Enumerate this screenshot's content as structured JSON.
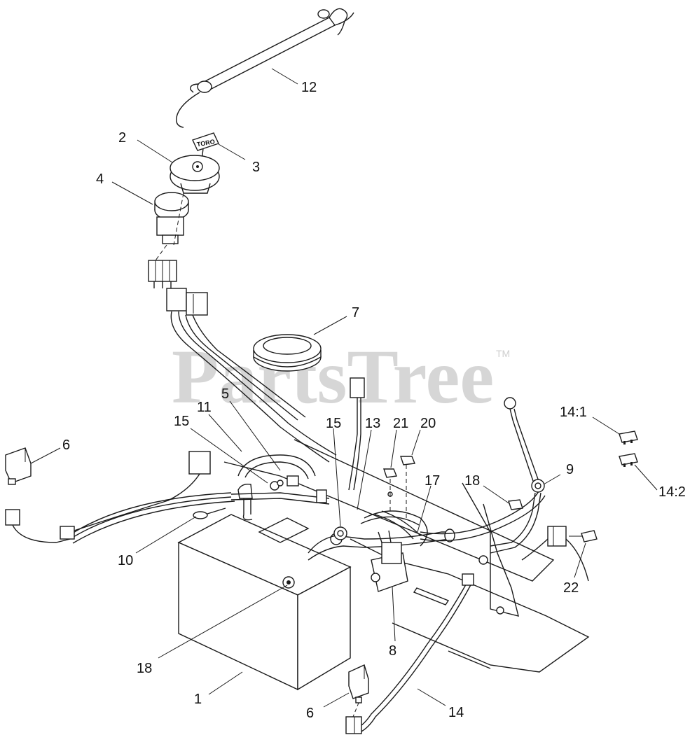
{
  "watermark": {
    "text": "PartsTree",
    "trademark": "TM"
  },
  "key_tag_text": "TORO",
  "callouts": [
    {
      "id": "c1",
      "text": "1"
    },
    {
      "id": "c2",
      "text": "2"
    },
    {
      "id": "c3",
      "text": "3"
    },
    {
      "id": "c4",
      "text": "4"
    },
    {
      "id": "c5",
      "text": "5"
    },
    {
      "id": "c6a",
      "text": "6"
    },
    {
      "id": "c6b",
      "text": "6"
    },
    {
      "id": "c7",
      "text": "7"
    },
    {
      "id": "c8",
      "text": "8"
    },
    {
      "id": "c9",
      "text": "9"
    },
    {
      "id": "c10",
      "text": "10"
    },
    {
      "id": "c11",
      "text": "11"
    },
    {
      "id": "c12",
      "text": "12"
    },
    {
      "id": "c13",
      "text": "13"
    },
    {
      "id": "c14",
      "text": "14"
    },
    {
      "id": "c14_1",
      "text": "14:1"
    },
    {
      "id": "c14_2",
      "text": "14:2"
    },
    {
      "id": "c15a",
      "text": "15"
    },
    {
      "id": "c15b",
      "text": "15"
    },
    {
      "id": "c17",
      "text": "17"
    },
    {
      "id": "c18a",
      "text": "18"
    },
    {
      "id": "c18b",
      "text": "18"
    },
    {
      "id": "c20",
      "text": "20"
    },
    {
      "id": "c21",
      "text": "21"
    },
    {
      "id": "c22",
      "text": "22"
    }
  ]
}
